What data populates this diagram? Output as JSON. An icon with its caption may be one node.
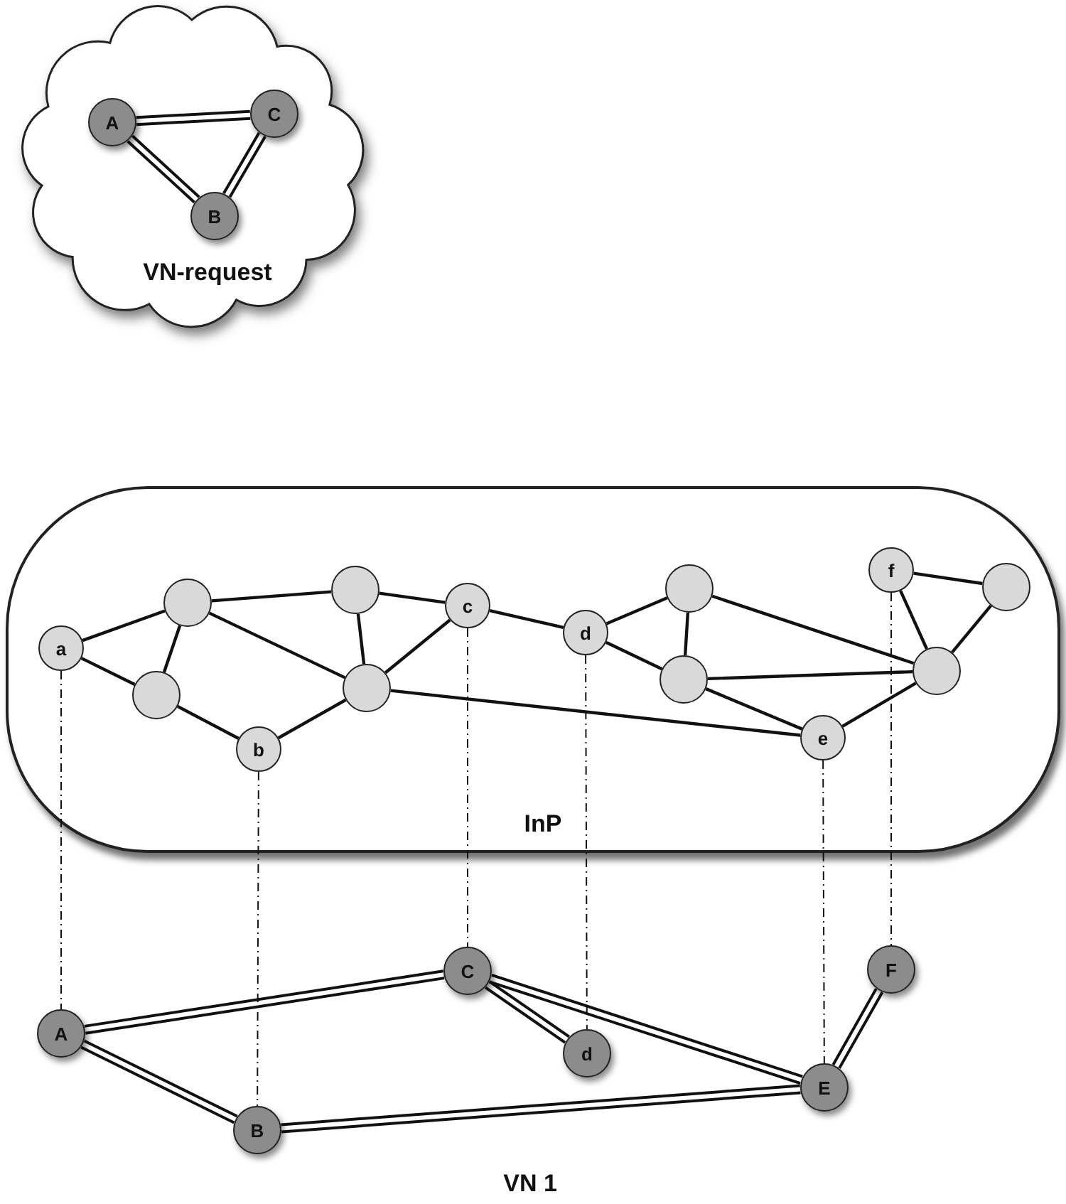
{
  "diagram": {
    "nodes": [
      {
        "text": [
          "VN-request"
        ]
      },
      {
        "text": [
          "A"
        ],
        "in": 0
      },
      {
        "text": [
          "C"
        ],
        "in": 0
      },
      {
        "text": [
          "B"
        ],
        "in": 0
      },
      {
        "text": [
          "InP"
        ]
      },
      {
        "text": [
          "a"
        ],
        "in": 4
      },
      {
        "text": [],
        "shape": "circle",
        "in": 4
      },
      {
        "text": [],
        "shape": "circle",
        "in": 4
      },
      {
        "text": [
          "b"
        ],
        "in": 4
      },
      {
        "text": [],
        "shape": "circle",
        "in": 4
      },
      {
        "text": [],
        "shape": "circle",
        "in": 4
      },
      {
        "text": [
          "c"
        ],
        "in": 4
      },
      {
        "text": [
          "d"
        ],
        "in": 4
      },
      {
        "text": [],
        "shape": "circle",
        "in": 4
      },
      {
        "text": [],
        "shape": "circle",
        "in": 4
      },
      {
        "text": [
          "e"
        ],
        "in": 4
      },
      {
        "text": [
          "f"
        ],
        "in": 4
      },
      {
        "text": [],
        "shape": "circle",
        "in": 4
      },
      {
        "text": [],
        "shape": "circle",
        "in": 4
      },
      {
        "text": [
          "A"
        ]
      },
      {
        "text": [
          "C"
        ]
      },
      {
        "text": [
          "d"
        ]
      },
      {
        "text": [
          "E"
        ]
      },
      {
        "text": [
          "F"
        ]
      },
      {
        "text": [
          "B"
        ]
      }
    ],
    "edges": [
      {
        "from": 1,
        "to": 2,
        "arrow": "none",
        "style": "thick"
      },
      {
        "from": 1,
        "to": 3,
        "arrow": "none",
        "style": "thick"
      },
      {
        "from": 2,
        "to": 3,
        "arrow": "none",
        "style": "thick"
      },
      {
        "from": 5,
        "to": 6,
        "arrow": "none"
      },
      {
        "from": 5,
        "to": 7,
        "arrow": "none"
      },
      {
        "from": 6,
        "to": 7,
        "arrow": "none"
      },
      {
        "from": 6,
        "to": 9,
        "arrow": "none"
      },
      {
        "from": 6,
        "to": 10,
        "arrow": "none"
      },
      {
        "from": 7,
        "to": 8,
        "arrow": "none"
      },
      {
        "from": 8,
        "to": 10,
        "arrow": "none"
      },
      {
        "from": 9,
        "to": 10,
        "arrow": "none"
      },
      {
        "from": 9,
        "to": 11,
        "arrow": "none"
      },
      {
        "from": 10,
        "to": 11,
        "arrow": "none"
      },
      {
        "from": 11,
        "to": 12,
        "arrow": "none"
      },
      {
        "from": 10,
        "to": 15,
        "arrow": "none"
      },
      {
        "from": 12,
        "to": 13,
        "arrow": "none"
      },
      {
        "from": 12,
        "to": 14,
        "arrow": "none"
      },
      {
        "from": 13,
        "to": 14,
        "arrow": "none"
      },
      {
        "from": 13,
        "to": 18,
        "arrow": "none"
      },
      {
        "from": 14,
        "to": 18,
        "arrow": "none"
      },
      {
        "from": 14,
        "to": 15,
        "arrow": "none"
      },
      {
        "from": 15,
        "to": 18,
        "arrow": "none"
      },
      {
        "from": 16,
        "to": 18,
        "arrow": "none"
      },
      {
        "from": 16,
        "to": 17,
        "arrow": "none"
      },
      {
        "from": 17,
        "to": 18,
        "arrow": "none"
      },
      {
        "from": 19,
        "to": 20,
        "arrow": "none",
        "style": "thick"
      },
      {
        "from": 19,
        "to": 24,
        "arrow": "none",
        "style": "thick"
      },
      {
        "from": 20,
        "to": 21,
        "arrow": "none",
        "style": "thick"
      },
      {
        "from": 20,
        "to": 22,
        "arrow": "none",
        "style": "thick"
      },
      {
        "from": 24,
        "to": 22,
        "arrow": "none",
        "style": "thick"
      },
      {
        "from": 23,
        "to": 22,
        "arrow": "none",
        "style": "thick"
      },
      {
        "from": 5,
        "to": 19,
        "arrow": "none",
        "style": "dashed"
      },
      {
        "from": 8,
        "to": 24,
        "arrow": "none",
        "style": "dashed"
      },
      {
        "from": 11,
        "to": 20,
        "arrow": "none",
        "style": "dashed"
      },
      {
        "from": 12,
        "to": 21,
        "arrow": "none",
        "style": "dashed"
      },
      {
        "from": 15,
        "to": 22,
        "arrow": "none",
        "style": "dashed"
      },
      {
        "from": 16,
        "to": 23,
        "arrow": "none",
        "style": "dashed"
      }
    ],
    "labels": [
      "VN 1"
    ]
  }
}
